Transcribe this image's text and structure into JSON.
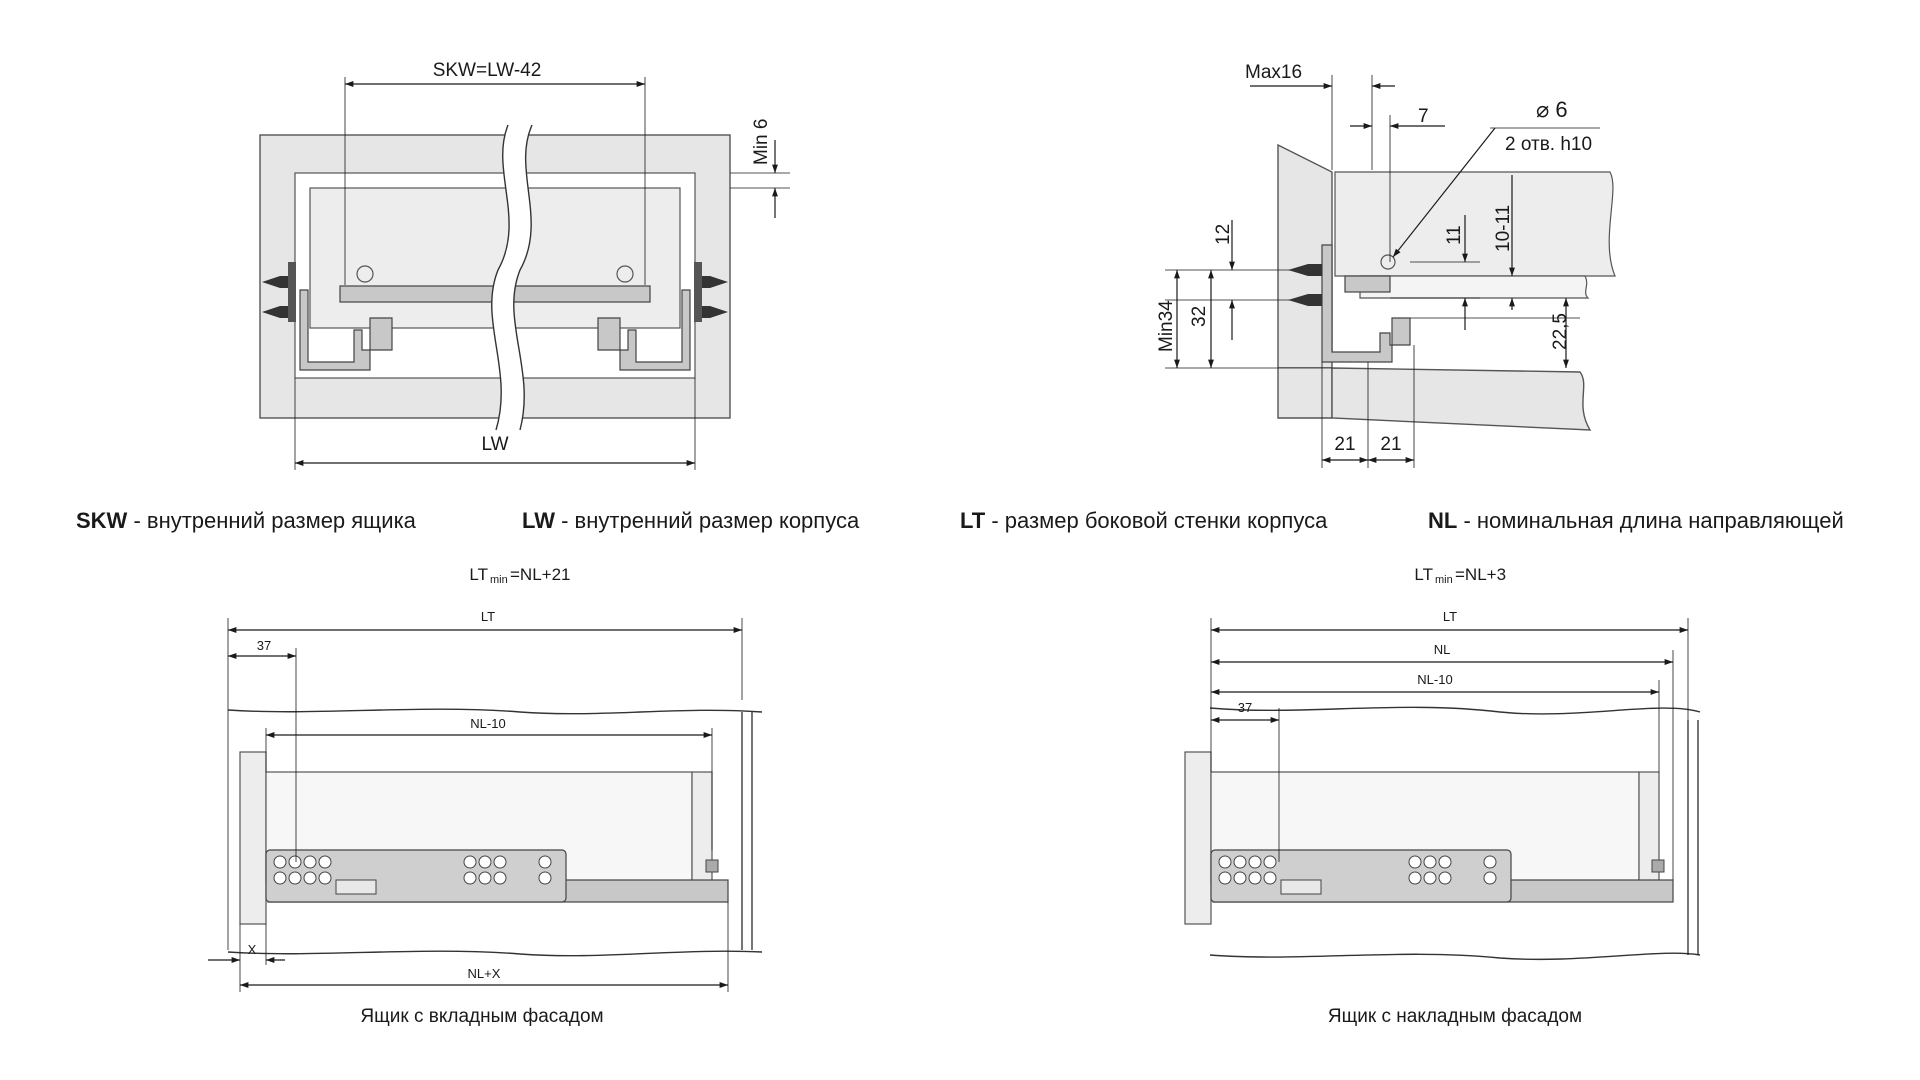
{
  "top_left": {
    "dim_skw": "SKW=LW-42",
    "dim_lw": "LW",
    "dim_min6": "Min 6"
  },
  "top_right": {
    "dim_max16": "Max16",
    "dim_7": "7",
    "dim_hole_dia": "⌀ 6",
    "dim_holes": "2 отв. h10",
    "dim_12": "12",
    "dim_11": "11",
    "dim_10_11": "10-11",
    "dim_min34": "Min34",
    "dim_32": "32",
    "dim_22_5": "22,5",
    "dim_21_left": "21",
    "dim_21_right": "21"
  },
  "legend": [
    {
      "key": "SKW",
      "text": " - внутренний размер ящика"
    },
    {
      "key": "LW",
      "text": " - внутренний размер корпуса"
    },
    {
      "key": "LT",
      "text": " - размер боковой стенки корпуса"
    },
    {
      "key": "NL",
      "text": " - номинальная длина направляющей"
    }
  ],
  "bottom_left": {
    "formula_base": "LT",
    "formula_sub": "min",
    "formula_rest": "=NL+21",
    "dim_lt": "LT",
    "dim_37": "37",
    "dim_nl10": "NL-10",
    "dim_x": "X",
    "dim_nlx": "NL+X",
    "caption": "Ящик с вкладным фасадом"
  },
  "bottom_right": {
    "formula_base": "LT",
    "formula_sub": "min",
    "formula_rest": "=NL+3",
    "dim_lt": "LT",
    "dim_nl": "NL",
    "dim_nl10": "NL-10",
    "dim_37": "37",
    "caption": "Ящик с накладным фасадом"
  }
}
